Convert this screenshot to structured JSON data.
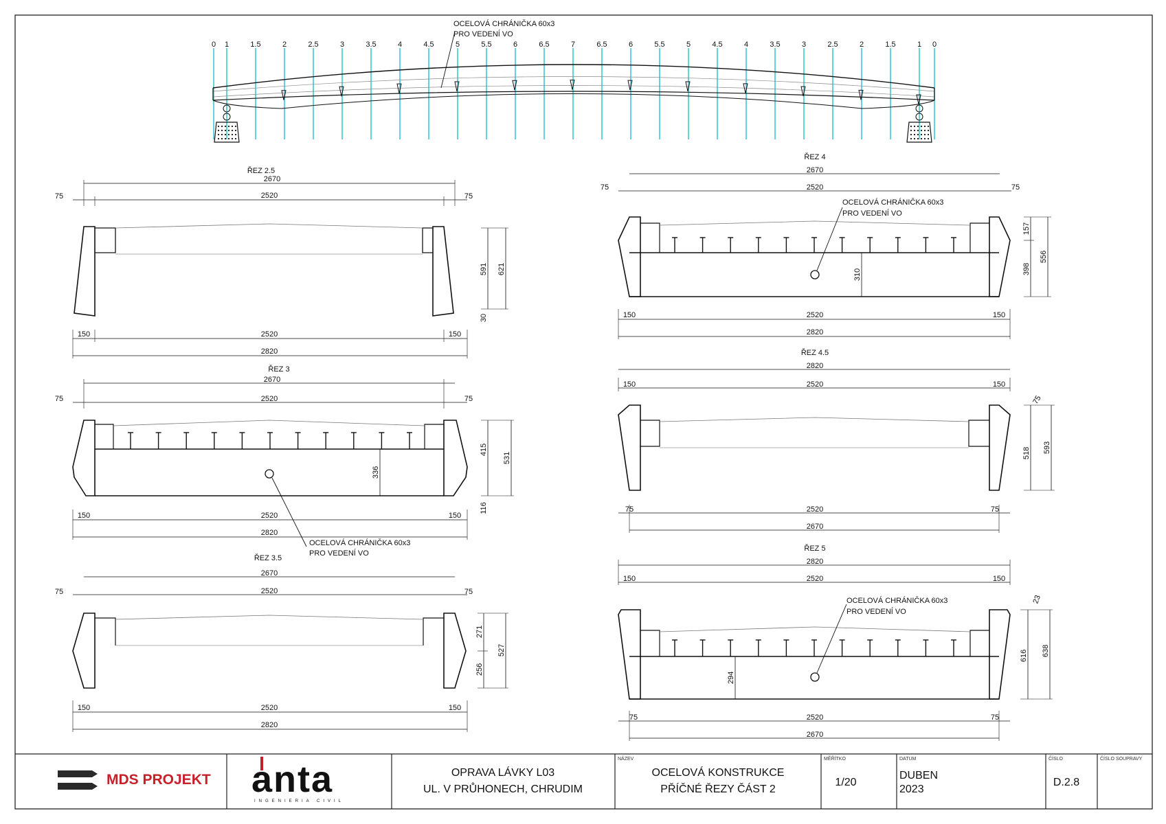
{
  "elevation": {
    "station_labels": [
      "0",
      "1",
      "1.5",
      "2",
      "2.5",
      "3",
      "3.5",
      "4",
      "4.5",
      "5",
      "5.5",
      "6",
      "6.5",
      "7",
      "6.5",
      "6",
      "5.5",
      "5",
      "4.5",
      "4",
      "3.5",
      "3",
      "2.5",
      "2",
      "1.5",
      "1",
      "0"
    ],
    "conduit_note_line1": "OCELOVÁ CHRÁNIČKA 60x3",
    "conduit_note_line2": "PRO VEDENÍ VO"
  },
  "sections": {
    "s25": {
      "title": "ŘEZ 2.5",
      "d2670": "2670",
      "d2520": "2520",
      "d75a": "75",
      "d75b": "75",
      "b150a": "150",
      "b2520": "2520",
      "b150b": "150",
      "b2820": "2820",
      "h591": "591",
      "h621": "621",
      "h30": "30"
    },
    "s3": {
      "title": "ŘEZ 3",
      "d2670": "2670",
      "d2520": "2520",
      "d75a": "75",
      "d75b": "75",
      "b150a": "150",
      "b2520": "2520",
      "b150b": "150",
      "b2820": "2820",
      "h415": "415",
      "h531": "531",
      "h116": "116",
      "h336": "336",
      "note1": "OCELOVÁ CHRÁNIČKA 60x3",
      "note2": "PRO VEDENÍ VO"
    },
    "s35": {
      "title": "ŘEZ 3.5",
      "d2670": "2670",
      "d2520": "2520",
      "d75a": "75",
      "d75b": "75",
      "b150a": "150",
      "b2520": "2520",
      "b150b": "150",
      "b2820": "2820",
      "h271": "271",
      "h256": "256",
      "h527": "527"
    },
    "s4": {
      "title": "ŘEZ 4",
      "d2670": "2670",
      "d2520": "2520",
      "d75a": "75",
      "d75b": "75",
      "b150a": "150",
      "b2520": "2520",
      "b150b": "150",
      "b2820": "2820",
      "h157": "157",
      "h398": "398",
      "h556": "556",
      "h310": "310",
      "note1": "OCELOVÁ CHRÁNIČKA 60x3",
      "note2": "PRO VEDENÍ VO"
    },
    "s45": {
      "title": "ŘEZ 4.5",
      "d2820": "2820",
      "d150a": "150",
      "d2520": "2520",
      "d150b": "150",
      "b75a": "75",
      "b2520": "2520",
      "b75b": "75",
      "b2670": "2670",
      "h75": "75",
      "h518": "518",
      "h593": "593"
    },
    "s5": {
      "title": "ŘEZ 5",
      "d2820": "2820",
      "d150a": "150",
      "d2520": "2520",
      "d150b": "150",
      "b75a": "75",
      "b2520": "2520",
      "b75b": "75",
      "b2670": "2670",
      "h23": "23",
      "h616": "616",
      "h638": "638",
      "h294": "294",
      "note1": "OCELOVÁ CHRÁNIČKA 60x3",
      "note2": "PRO VEDENÍ VO"
    }
  },
  "title_block": {
    "company_logo": "MDS PROJEKT",
    "partner_logo": "anta",
    "partner_tagline": "INGENIERIA CIVIL",
    "project_line1": "OPRAVA LÁVKY L03",
    "project_line2": "UL. V PRŮHONECH, CHRUDIM",
    "name_label": "NÁZEV",
    "name_line1": "OCELOVÁ KONSTRUKCE",
    "name_line2": "PŘÍČNÉ ŘEZY ČÁST 2",
    "scale_label": "MĚŘÍTKO",
    "scale_value": "1/20",
    "date_label": "DATUM",
    "date_month": "DUBEN",
    "date_year": "2023",
    "number_label": "ČÍSLO",
    "number_value": "D.2.8",
    "set_label": "ČÍSLO SOUPRAVY"
  },
  "colors": {
    "line": "#1a1a1a",
    "station_line": "#3cc8d8",
    "logo_red": "#c8202a",
    "logo_dark": "#2a2a2a"
  }
}
